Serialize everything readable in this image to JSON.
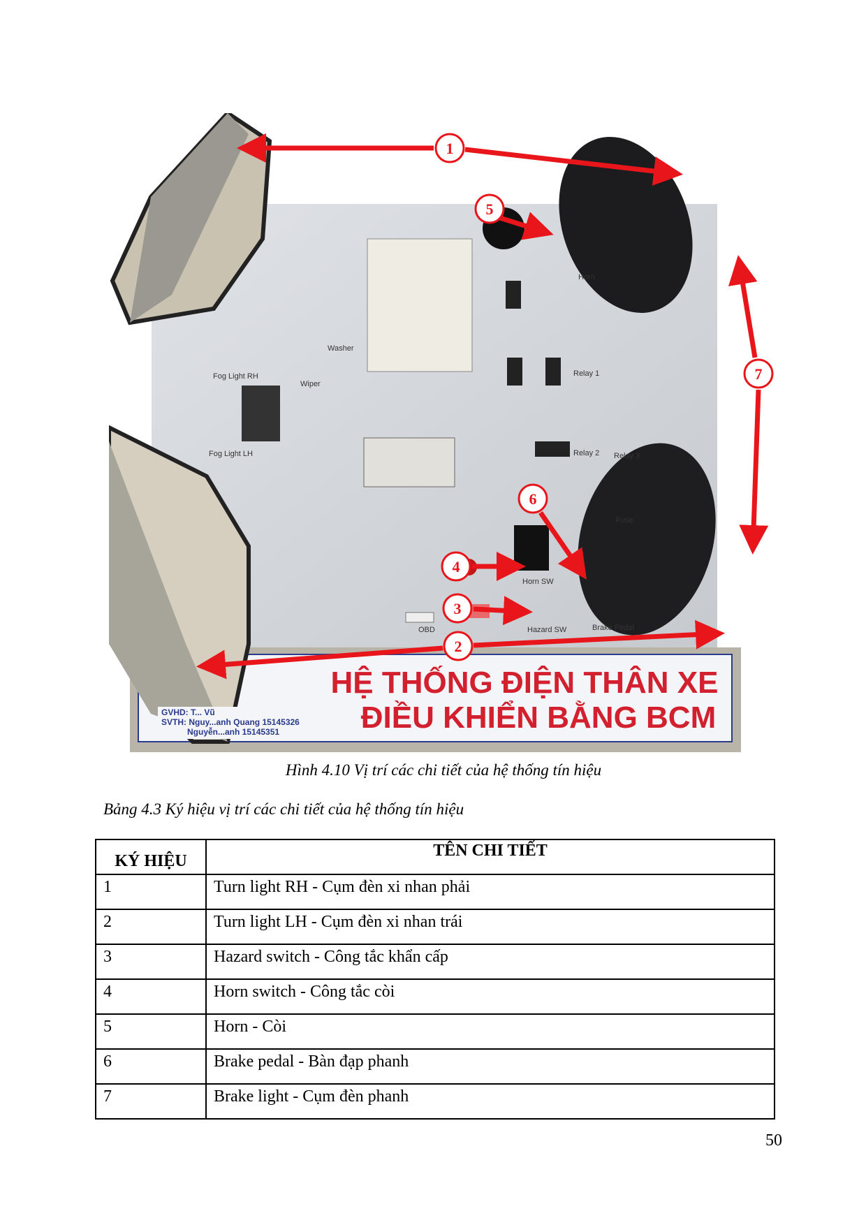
{
  "figure": {
    "caption": "Hình 4.10 Vị trí các chi tiết của hệ thống tín hiệu",
    "banner": {
      "line1": "HỆ THỐNG ĐIỆN THÂN XE",
      "line2": "ĐIỀU KHIỂN BẰNG BCM",
      "gvhd": "GVHD: T...  Vũ",
      "svth1": "SVTH: Nguy...anh Quang 15145326",
      "svth2": "Nguyễn...anh        15145351"
    },
    "board_labels": [
      "Washer",
      "Fog Light RH",
      "Wiper",
      "Fog Light LH",
      "Horn",
      "Relay 1",
      "Relay 2",
      "Relay 3",
      "Fuse",
      "Horn SW",
      "Hazard SW",
      "OBD",
      "Brake Pedal"
    ],
    "markers": [
      "1",
      "2",
      "3",
      "4",
      "5",
      "6",
      "7"
    ],
    "colors": {
      "arrow": "#e8161b",
      "banner_text": "#d3202e",
      "board": "#d4d8dc"
    }
  },
  "table": {
    "caption": "Bảng 4.3 Ký hiệu vị trí các chi tiết của hệ thống tín hiệu",
    "headers": [
      "KÝ HIỆU",
      "TÊN CHI TIẾT"
    ],
    "rows": [
      {
        "id": "1",
        "name": "Turn light RH - Cụm đèn xi nhan phải"
      },
      {
        "id": "2",
        "name": "Turn light LH - Cụm đèn xi nhan trái"
      },
      {
        "id": "3",
        "name": "Hazard switch - Công tắc khẩn cấp"
      },
      {
        "id": "4",
        "name": "Horn switch -  Công tắc còi"
      },
      {
        "id": "5",
        "name": "Horn - Còi"
      },
      {
        "id": "6",
        "name": "Brake pedal - Bàn đạp phanh"
      },
      {
        "id": "7",
        "name": "Brake light - Cụm đèn phanh"
      }
    ]
  },
  "page_number": "50"
}
